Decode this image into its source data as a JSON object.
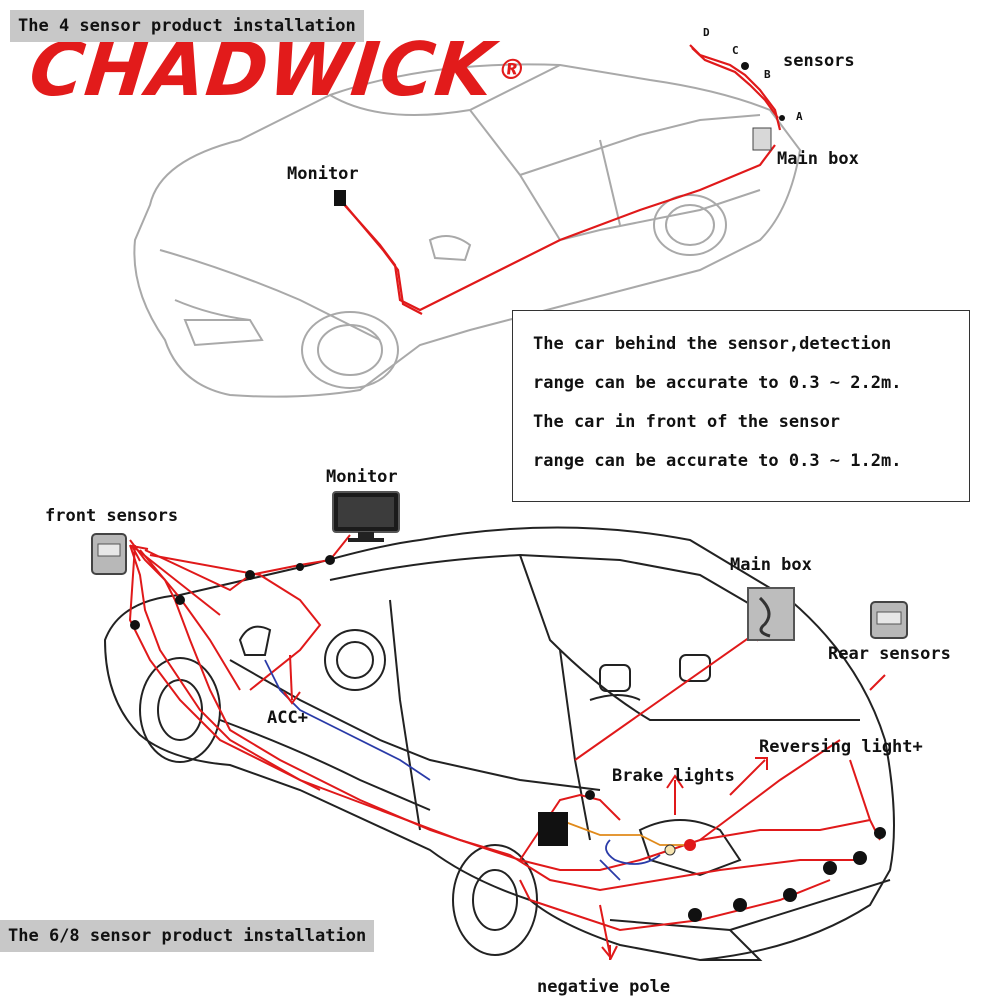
{
  "brand": {
    "name": "CHADWICK",
    "mark": "®",
    "color": "#e21b1b"
  },
  "top_section": {
    "banner": "The 4 sensor product installation",
    "labels": {
      "sensors": "sensors",
      "main_box": "Main box",
      "monitor": "Monitor",
      "point_a": "A",
      "point_b": "B",
      "point_c": "C",
      "point_d": "D"
    }
  },
  "info": {
    "lines": [
      "The car behind the sensor,detection",
      "range can be accurate to 0.3 ~ 2.2m.",
      "The car in front of the sensor",
      "range can be accurate to 0.3 ~ 1.2m."
    ]
  },
  "bottom_section": {
    "banner": "The 6/8 sensor product installation",
    "labels": {
      "monitor": "Monitor",
      "front_sensors": "front sensors",
      "main_box": "Main box",
      "rear_sensors": "Rear sensors",
      "acc": "ACC+",
      "reversing_light": "Reversing light+",
      "brake_lights": "Brake lights",
      "negative_pole": "negative pole"
    }
  },
  "colors": {
    "wire": "#e0191a",
    "car_top": "#a9a9a9",
    "car_bottom": "#222222",
    "banner_bg": "#c8c8c8"
  }
}
